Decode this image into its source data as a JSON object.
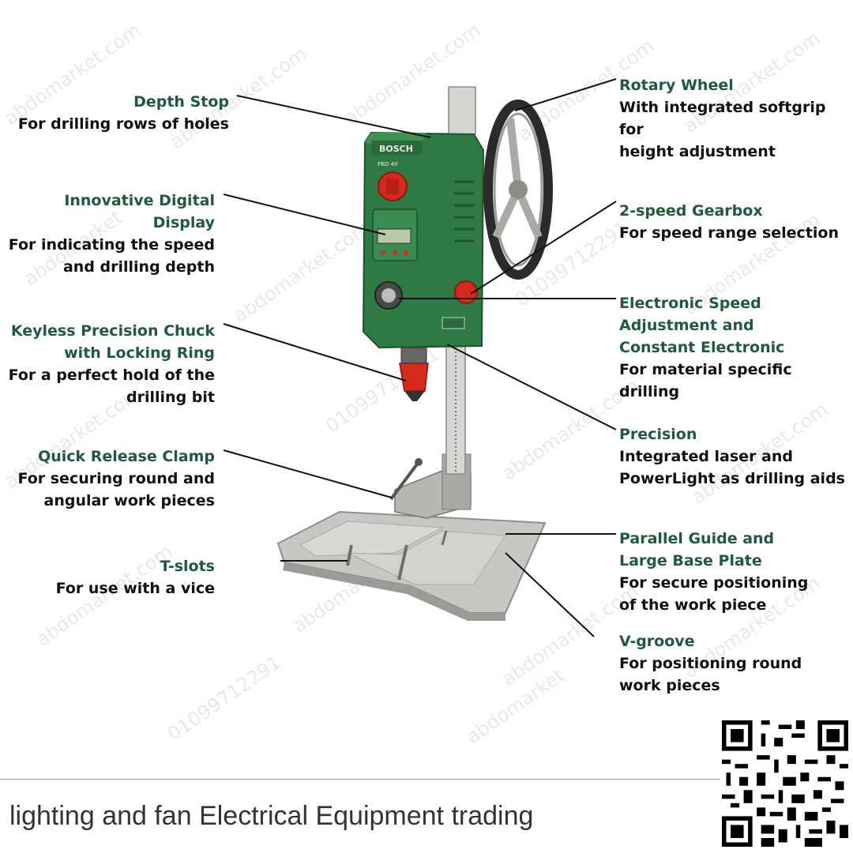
{
  "watermark": {
    "site": "abdomarket.com",
    "name": "abdomarket",
    "phone": "01099712291"
  },
  "product": {
    "brand": "BOSCH",
    "model": "PBD 40"
  },
  "callouts": {
    "depth_stop": {
      "title": "Depth Stop",
      "desc": "For drilling rows of holes"
    },
    "digital_display": {
      "title": "Innovative Digital Display",
      "desc1": "For indicating the speed",
      "desc2": "and drilling depth"
    },
    "keyless_chuck": {
      "title1": "Keyless Precision Chuck",
      "title2": "with Locking Ring",
      "desc1": "For a perfect hold of the",
      "desc2": "drilling bit"
    },
    "quick_clamp": {
      "title": "Quick Release Clamp",
      "desc1": "For securing round and",
      "desc2": "angular work pieces"
    },
    "t_slots": {
      "title": "T-slots",
      "desc": "For use with a vice"
    },
    "rotary_wheel": {
      "title": "Rotary Wheel",
      "desc1": "With integrated softgrip for",
      "desc2": "height adjustment"
    },
    "gearbox": {
      "title": "2-speed Gearbox",
      "desc": "For speed range selection"
    },
    "speed_adjust": {
      "title1": "Electronic Speed",
      "title2": "Adjustment and",
      "title3": "Constant Electronic",
      "desc1": "For material specific",
      "desc2": "drilling"
    },
    "precision": {
      "title": "Precision",
      "desc1": "Integrated laser and",
      "desc2": "PowerLight as drilling aids"
    },
    "base_plate": {
      "title1": "Parallel Guide and",
      "title2": "Large Base Plate",
      "desc1": "For secure positioning",
      "desc2": "of the work piece"
    },
    "v_groove": {
      "title": "V-groove",
      "desc1": "For positioning round",
      "desc2": "work pieces"
    }
  },
  "footer": {
    "text": "lighting and fan Electrical Equipment trading"
  },
  "colors": {
    "title": "#1f5a3a",
    "body_green": "#2f7a44",
    "red_knob": "#d42a1e",
    "base_grey": "#c9c9c6"
  }
}
